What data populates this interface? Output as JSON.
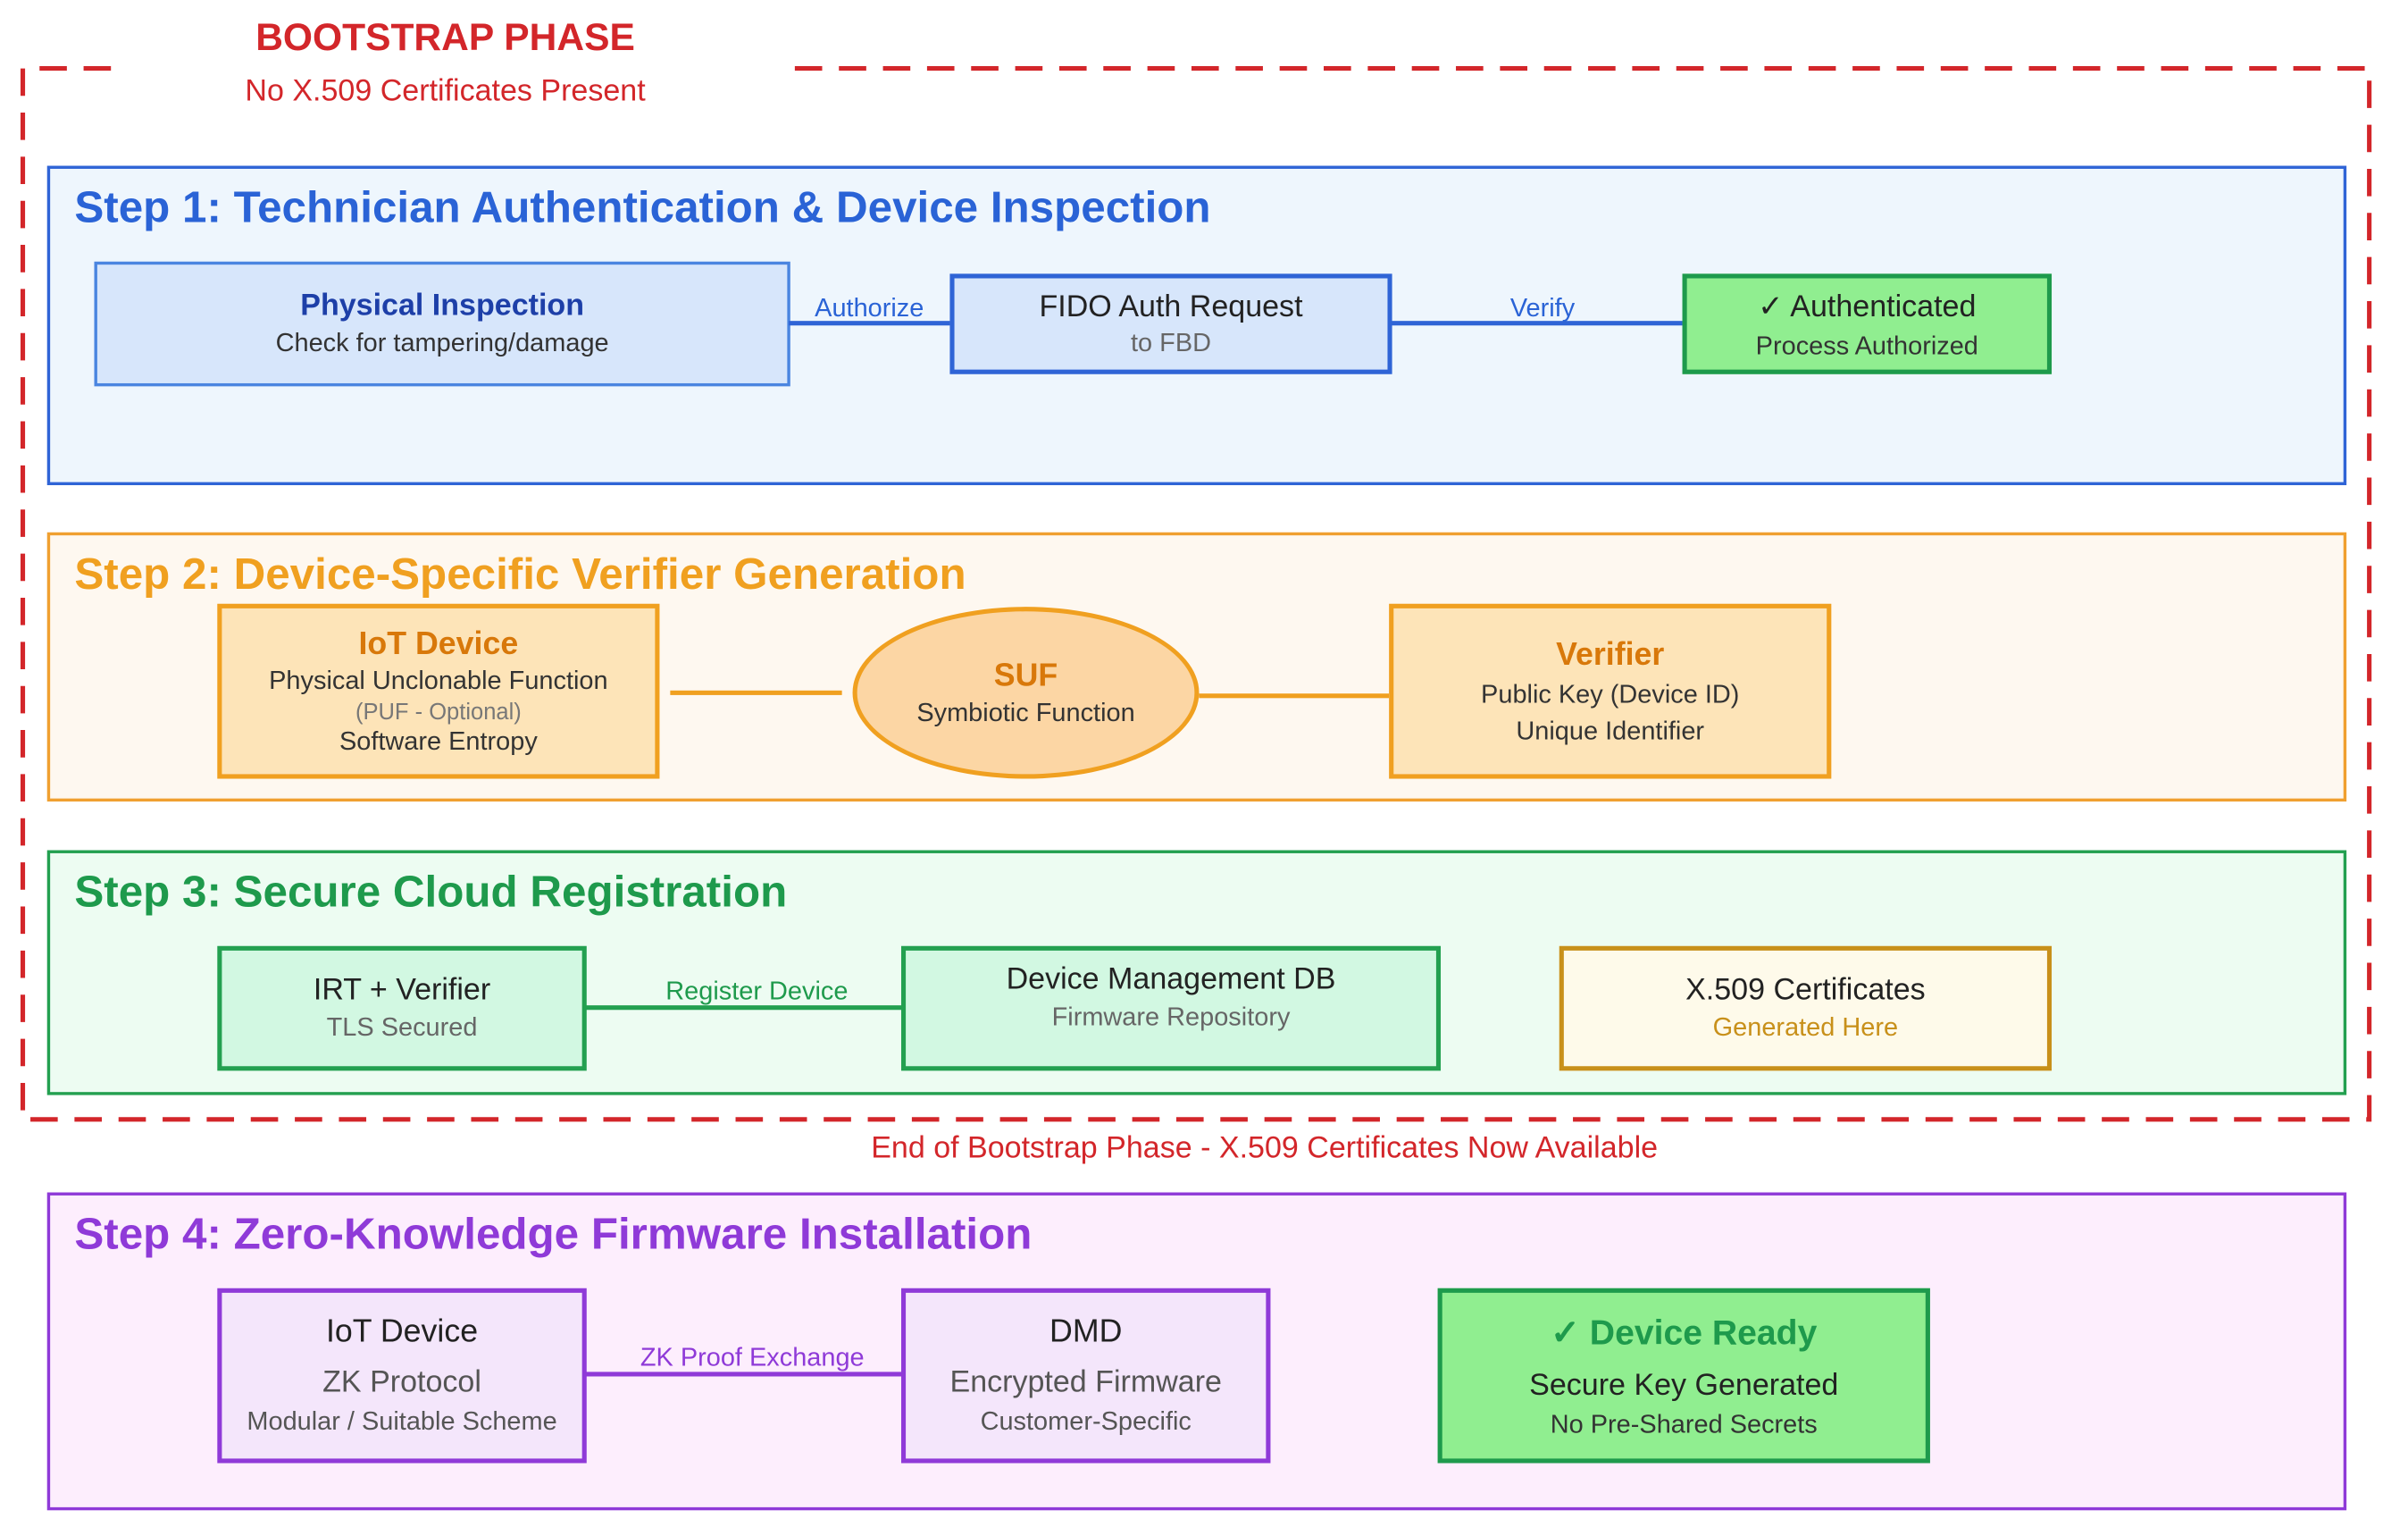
{
  "bootstrap": {
    "title": "BOOTSTRAP PHASE",
    "subtitle": "No X.509 Certificates Present",
    "end_label": "End of Bootstrap Phase - X.509 Certificates Now Available",
    "frame_color": "#d3262a"
  },
  "steps": [
    {
      "title": "Step 1: Technician Authentication & Device Inspection",
      "color": "#2a63d6",
      "nodes": [
        {
          "title": "Physical Inspection",
          "lines": [
            "Check for tampering/damage"
          ]
        },
        {
          "title": "FIDO Auth Request",
          "lines": [
            "to FBD"
          ]
        },
        {
          "title": "✓ Authenticated",
          "lines": [
            "Process Authorized"
          ]
        }
      ],
      "connectors": [
        "Authorize",
        "Verify"
      ]
    },
    {
      "title": "Step 2: Device-Specific Verifier Generation",
      "color": "#f0a020",
      "nodes": [
        {
          "title": "IoT Device",
          "lines": [
            "Physical Unclonable Function",
            "(PUF - Optional)",
            "Software Entropy"
          ]
        },
        {
          "title": "SUF",
          "lines": [
            "Symbiotic Function"
          ]
        },
        {
          "title": "Verifier",
          "lines": [
            "Public Key (Device ID)",
            "Unique Identifier"
          ]
        }
      ],
      "connectors": [
        "",
        ""
      ]
    },
    {
      "title": "Step 3: Secure Cloud Registration",
      "color": "#1e9a4c",
      "nodes": [
        {
          "title": "IRT + Verifier",
          "lines": [
            "TLS Secured"
          ]
        },
        {
          "title": "Device Management DB",
          "lines": [
            "Firmware Repository"
          ]
        },
        {
          "title": "X.509 Certificates",
          "lines": [
            "Generated Here"
          ]
        }
      ],
      "connectors": [
        "Register Device"
      ]
    },
    {
      "title": "Step 4: Zero-Knowledge Firmware Installation",
      "color": "#8f3ad8",
      "nodes": [
        {
          "title": "IoT Device",
          "lines": [
            "ZK Protocol",
            "Modular / Suitable Scheme"
          ]
        },
        {
          "title": "DMD",
          "lines": [
            "Encrypted Firmware",
            "Customer-Specific"
          ]
        },
        {
          "title": "✓ Device Ready",
          "lines": [
            "Secure Key Generated",
            "No Pre-Shared Secrets"
          ]
        }
      ],
      "connectors": [
        "ZK Proof Exchange"
      ]
    }
  ]
}
